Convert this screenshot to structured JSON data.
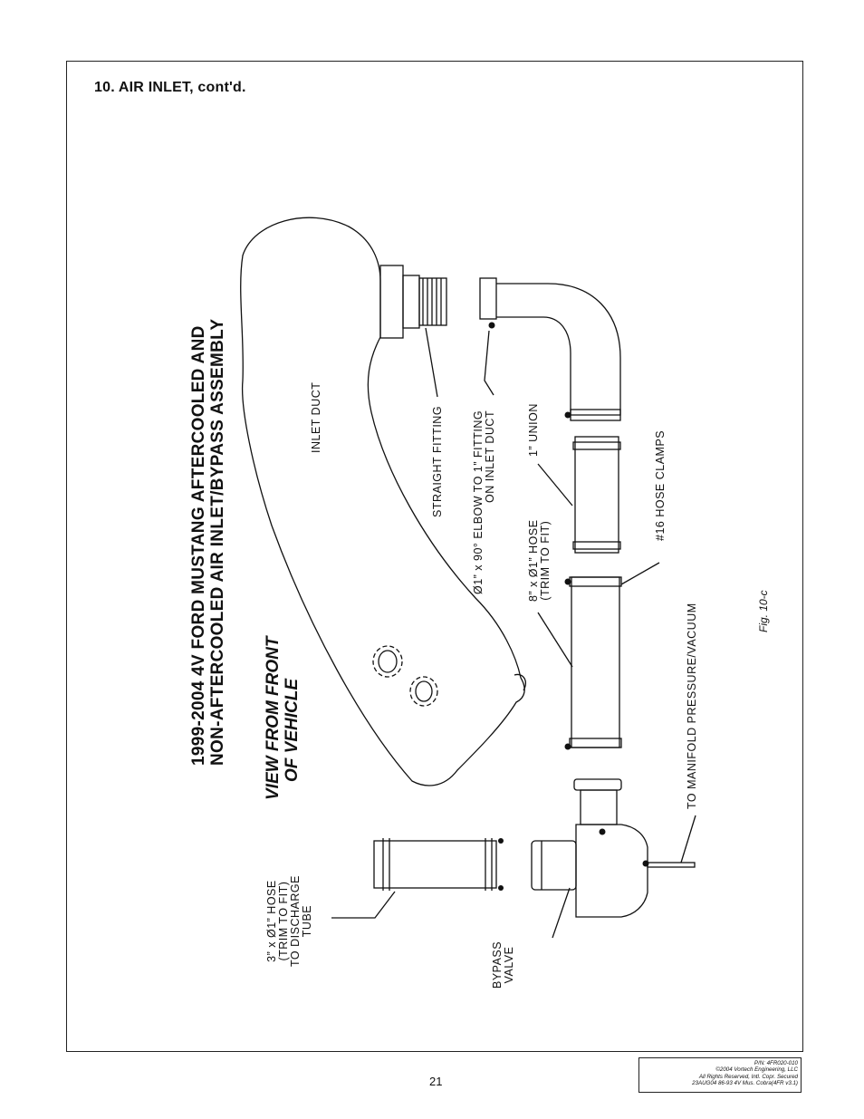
{
  "section": {
    "title": "10.   AIR INLET, cont'd."
  },
  "diagram": {
    "title_line1": "1999-2004 4V FORD MUSTANG AFTERCOOLED AND",
    "title_line2": "NON-AFTERCOOLED AIR INLET/BYPASS ASSEMBLY",
    "view_line1": "VIEW FROM FRONT",
    "view_line2": "OF VEHICLE",
    "labels": {
      "inlet_duct": "INLET DUCT",
      "straight_fitting": "STRAIGHT FITTING",
      "elbow_line1": "Ø1” x 90° ELBOW TO 1” FITTING",
      "elbow_line2": "ON INLET DUCT",
      "union": "1” UNION",
      "hose_clamps": "#16 HOSE CLAMPS",
      "hose8_line1": "8” x Ø1” HOSE",
      "hose8_line2": "(TRIM TO FIT)",
      "manifold": "TO MANIFOLD PRESSURE/VACUUM",
      "hose3_line1": "3” x Ø1” HOSE",
      "hose3_line2": "(TRIM TO FIT)",
      "hose3_line3": "TO DISCHARGE",
      "hose3_line4": "TUBE",
      "bypass_line1": "BYPASS",
      "bypass_line2": "VALVE"
    },
    "fig_label": "Fig. 10-c"
  },
  "footer": {
    "page_number": "21",
    "part_number": "P/N: 4FR020-010",
    "copyright": "©2004 Vortech Engineering, LLC",
    "rights": "All Rights Reserved, Intl. Copr. Secured",
    "doc_code": "23AUG04 86-93 4V Mus. Cobra(4FR v3.1)"
  }
}
